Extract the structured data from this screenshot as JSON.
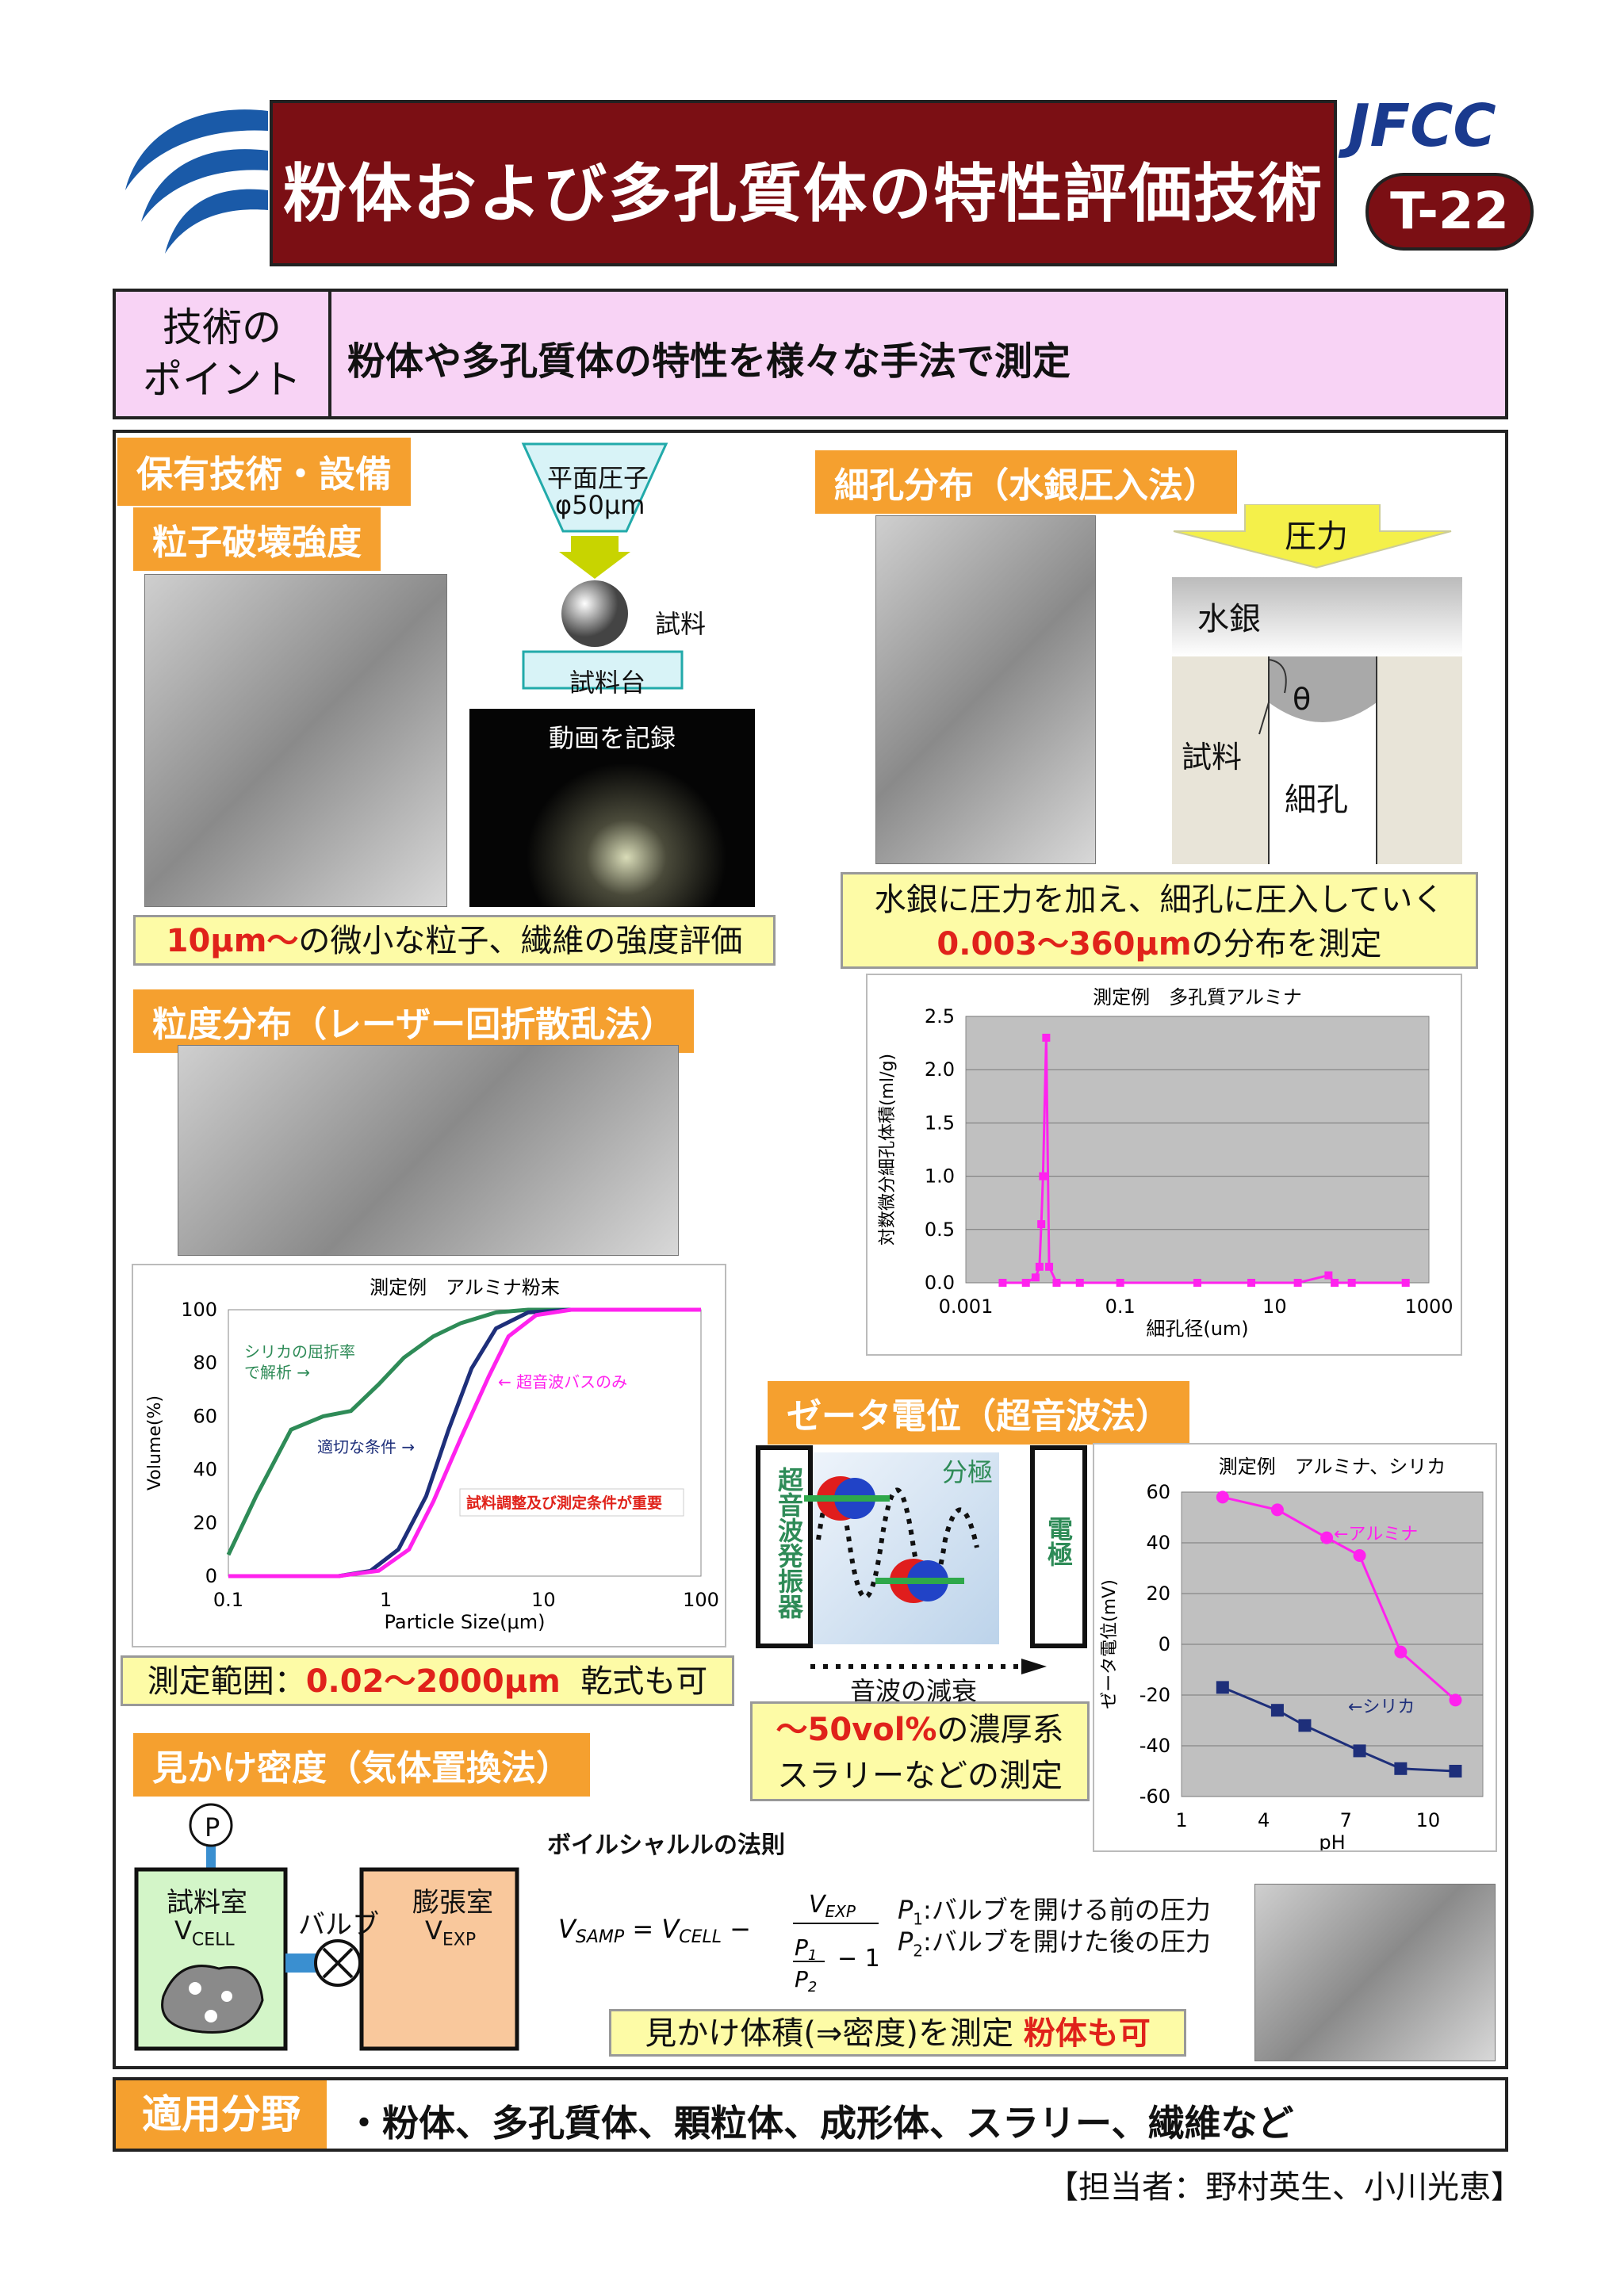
{
  "header": {
    "title": "粉体および多孔質体の特性評価技術",
    "org": "JFCC",
    "code": "T-22"
  },
  "point": {
    "label_line1": "技術の",
    "label_line2": "ポイント",
    "text": "粉体や多孔質体の特性を様々な手法で測定"
  },
  "section_main": {
    "label": "保有技術・設備"
  },
  "particle_strength": {
    "heading": "粒子破壊強度",
    "indenter": "平面圧子",
    "indenter_size": "φ50μm",
    "sample": "試料",
    "stage": "試料台",
    "video": "動画を記録",
    "note_red": "10μm〜",
    "note_rest": "の微小な粒子、繊維の強度評価"
  },
  "pore": {
    "heading": "細孔分布（水銀圧入法）",
    "pressure": "圧力",
    "mercury": "水銀",
    "theta": "θ",
    "sample": "試料",
    "pore": "細孔",
    "note_line1": "水銀に圧力を加え、細孔に圧入していく",
    "note_red": "0.003〜360μm",
    "note_rest": "の分布を測定"
  },
  "psd": {
    "heading": "粒度分布（レーザー回折散乱法）",
    "note_prefix": "測定範囲：",
    "note_red": "0.02〜2000μm",
    "note_rest": "乾式も可"
  },
  "zeta": {
    "heading": "ゼータ電位（超音波法）",
    "transducer": "超音波発振器",
    "electrode": "電極",
    "polarize": "分極",
    "attenuation": "音波の減衰",
    "note_red": "〜50vol%",
    "note_line1_rest": "の濃厚系",
    "note_line2": "スラリーなどの測定"
  },
  "density": {
    "heading": "見かけ密度（気体置換法）",
    "law": "ボイルシャルルの法則",
    "p_label": "P",
    "sample_chamber": "試料室",
    "v_cell": "V",
    "v_cell_sub": "CELL",
    "valve": "バルブ",
    "expansion_chamber": "膨張室",
    "v_exp": "V",
    "v_exp_sub": "EXP",
    "p1_desc": ":バルブを開ける前の圧力",
    "p2_desc": ":バルブを開けた後の圧力",
    "note": "見かけ体積(⇒密度)を測定",
    "note_red": "粉体も可"
  },
  "application": {
    "label": "適用分野",
    "text": "・粉体、多孔質体、顆粒体、成形体、スラリー、繊維など"
  },
  "author": "【担当者：野村英生、小川光恵】",
  "colors": {
    "title_bg": "#7b0f14",
    "accent": "#f5a02f",
    "point_bg": "#f8d3f5",
    "note_bg": "#fdfba6",
    "magenta": "#ff22ee",
    "navy": "#1e2f7a",
    "green": "#2e8b57"
  },
  "chart_data": [
    {
      "type": "line",
      "title": "測定例　アルミナ粉末",
      "xlabel": "Particle Size(μm)",
      "ylabel": "Volume(%)",
      "xscale": "log",
      "xlim": [
        0.1,
        100
      ],
      "ylim": [
        0,
        100
      ],
      "xticks": [
        "0.1",
        "1",
        "10",
        "100"
      ],
      "yticks": [
        "0",
        "20",
        "40",
        "60",
        "80",
        "100"
      ],
      "annotations": [
        "シリカの屈折率",
        "で解析 →",
        "← 超音波バスのみ",
        "適切な条件 →",
        "試料調整及び測定条件が重要"
      ],
      "series": [
        {
          "color": "#2e8b57",
          "x": [
            0.1,
            0.15,
            0.25,
            0.4,
            0.6,
            0.9,
            1.3,
            2,
            3,
            5,
            8,
            15,
            100
          ],
          "y": [
            8,
            30,
            55,
            60,
            62,
            72,
            82,
            90,
            95,
            99,
            100,
            100,
            100
          ]
        },
        {
          "color": "#1e2f7a",
          "x": [
            0.1,
            0.5,
            0.8,
            1.2,
            1.8,
            2.5,
            3.5,
            5,
            8,
            15,
            100
          ],
          "y": [
            0,
            0,
            2,
            10,
            30,
            55,
            78,
            93,
            99,
            100,
            100
          ]
        },
        {
          "color": "#ff22ee",
          "x": [
            0.1,
            0.5,
            0.9,
            1.4,
            2,
            3,
            4.5,
            6,
            9,
            15,
            100
          ],
          "y": [
            0,
            0,
            2,
            10,
            28,
            52,
            75,
            90,
            98,
            100,
            100
          ]
        }
      ]
    },
    {
      "type": "line",
      "title": "測定例　多孔質アルミナ",
      "xlabel": "細孔径(um)",
      "ylabel": "対数微分細孔体積(ml/g)",
      "xscale": "log",
      "xlim": [
        0.001,
        1000
      ],
      "ylim": [
        0,
        2.5
      ],
      "xticks": [
        "0.001",
        "0.1",
        "10",
        "1000"
      ],
      "yticks": [
        "0.0",
        "0.5",
        "1.0",
        "1.5",
        "2.0",
        "2.5"
      ],
      "series": [
        {
          "color": "#ff22ee",
          "x": [
            0.003,
            0.006,
            0.008,
            0.009,
            0.0095,
            0.01,
            0.011,
            0.012,
            0.015,
            0.03,
            0.1,
            1,
            5,
            20,
            50,
            60,
            100,
            500
          ],
          "y": [
            0,
            0,
            0.05,
            0.15,
            0.55,
            1.0,
            2.3,
            0.15,
            0,
            0,
            0,
            0,
            0,
            0,
            0.07,
            0,
            0,
            0
          ]
        }
      ]
    },
    {
      "type": "line",
      "title": "測定例　アルミナ、シリカ",
      "xlabel": "pH",
      "ylabel": "ゼータ電位(mV)",
      "xlim": [
        1,
        12
      ],
      "ylim": [
        -60,
        60
      ],
      "xticks": [
        "1",
        "4",
        "7",
        "10"
      ],
      "yticks": [
        "60",
        "40",
        "20",
        "0",
        "-20",
        "-40",
        "-60"
      ],
      "series": [
        {
          "name": "←アルミナ",
          "color": "#ff22ee",
          "x": [
            2.5,
            4.5,
            6.3,
            7.5,
            9,
            11
          ],
          "y": [
            58,
            53,
            42,
            35,
            -3,
            -22
          ]
        },
        {
          "name": "←シリカ",
          "color": "#1e2f7a",
          "x": [
            2.5,
            4.5,
            5.5,
            7.5,
            9,
            11
          ],
          "y": [
            -17,
            -26,
            -32,
            -42,
            -49,
            -50
          ]
        }
      ]
    }
  ]
}
